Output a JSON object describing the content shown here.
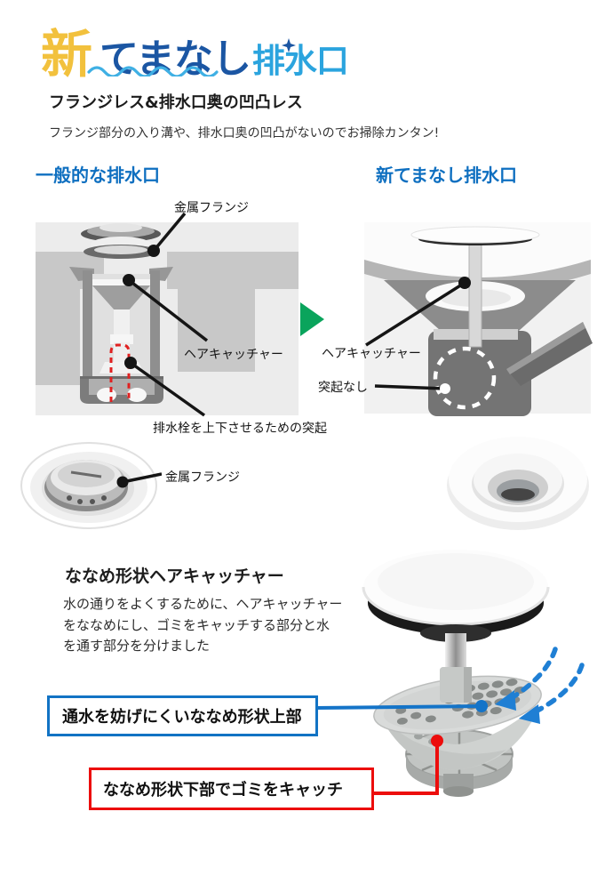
{
  "logo": {
    "part_new": "新",
    "part_temanashi": "てまなし",
    "part_haisuikou": "排水口",
    "color_new": "#F2C13D",
    "color_temanashi": "#1B56A3",
    "color_haisuikou": "#2BA4DE",
    "color_wave": "#3FB0E4"
  },
  "feature1": {
    "heading": "フランジレス&排水口奥の凹凸レス",
    "description": "フランジ部分の入り溝や、排水口奥の凹凸がないのでお掃除カンタン!",
    "left_column_label": "一般的な排水口",
    "right_column_label": "新てまなし排水口",
    "left_callout_metal_flange": "金属フランジ",
    "left_callout_hair_catcher": "ヘアキャッチャー",
    "left_callout_protrusion": "排水栓を上下させるための突起",
    "right_callout_hair_catcher": "ヘアキャッチャー",
    "right_callout_no_protrusion": "突起なし",
    "photo_callout_metal_flange": "金属フランジ"
  },
  "feature2": {
    "heading": "ななめ形状ヘアキャッチャー",
    "description_line1": "水の通りをよくするために、ヘアキャッチャー",
    "description_line2": "をななめにし、ゴミをキャッチする部分と水",
    "description_line3": "を通す部分を分けました",
    "callout_blue": "通水を妨げにくいななめ形状上部",
    "callout_red": "ななめ形状下部でゴミをキャッチ"
  },
  "colors": {
    "accent_blue": "#1273C4",
    "callout_red": "#EC0D0C",
    "arrow_green": "#0AA45C",
    "diagram_background": "#ECECEC"
  }
}
